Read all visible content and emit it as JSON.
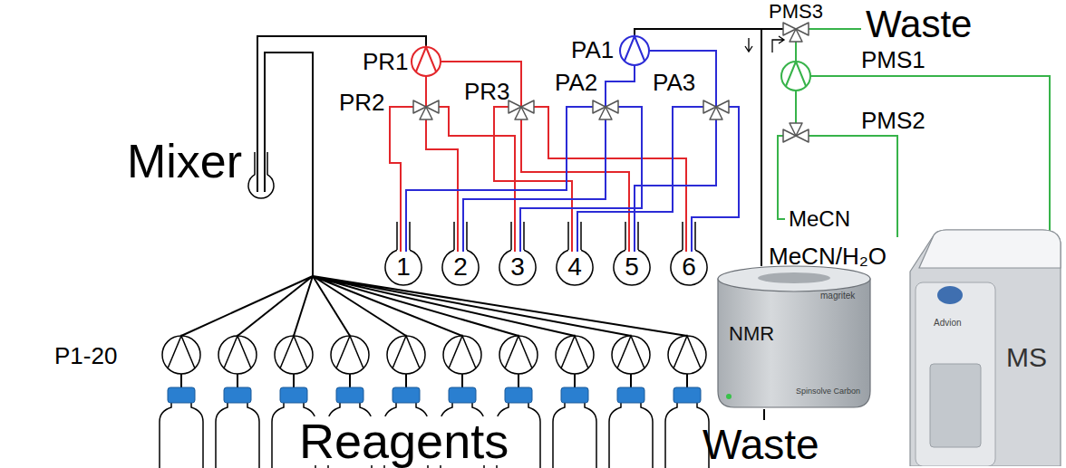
{
  "diagram": {
    "nodes": [
      {
        "text": [
          "Mixer"
        ]
      },
      {
        "text": [
          "1"
        ]
      },
      {
        "text": [
          "2"
        ]
      },
      {
        "text": [
          "3"
        ]
      },
      {
        "text": [
          "4"
        ]
      },
      {
        "text": [
          "5"
        ]
      },
      {
        "text": [
          "6"
        ]
      },
      {
        "text": [
          "NMR"
        ]
      },
      {
        "text": [
          "MS"
        ]
      }
    ],
    "labels": [
      "PR1",
      "PR2",
      "PR3",
      "PA1",
      "PA2",
      "PA3",
      "PMS3",
      "Waste",
      "PMS1",
      "PMS2",
      "MeCN",
      "MeCN/H₂O",
      "P1-20",
      "Reagents",
      "Waste",
      "magritek",
      "Spinsolve Carbon",
      "Advion"
    ]
  }
}
